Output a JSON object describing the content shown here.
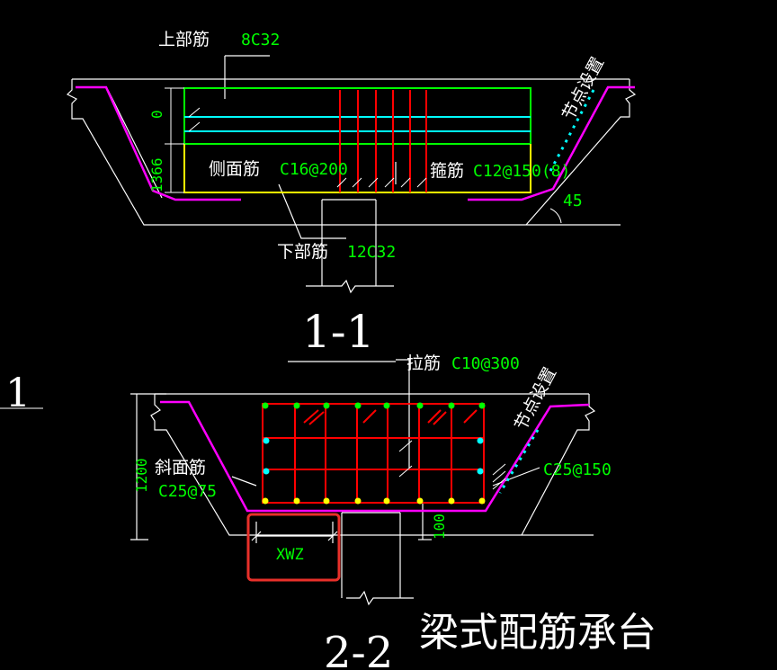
{
  "colors": {
    "background": "#000000",
    "outline": "#ffffff",
    "magenta": "#ff00ff",
    "green": "#00ff00",
    "cyan": "#00ffff",
    "yellow": "#ffff00",
    "red": "#ff0000",
    "highlight": "#e8302a"
  },
  "left_edge_label": "1",
  "section_1": {
    "title": "1-1",
    "top_rebar_label": "上部筋",
    "top_rebar_value": "8C32",
    "side_rebar_label": "侧面筋",
    "side_rebar_value": "C16@200",
    "stirrup_label": "箍筋",
    "stirrup_value": "C12@150(8)",
    "bottom_rebar_label": "下部筋",
    "bottom_rebar_value": "12C32",
    "node_setting": "节点设置",
    "angle": "45",
    "dim_top": "0",
    "dim_height": "1366"
  },
  "section_2": {
    "title": "2-2",
    "tie_label": "拉筋",
    "tie_value": "C10@300",
    "node_setting": "节点设置",
    "incline_label": "斜面筋",
    "incline_value": "C25@75",
    "right_value": "C25@150",
    "dim_height": "1200",
    "dim_cover": "100",
    "xwz_label": "XWZ"
  },
  "caption": "梁式配筋承台"
}
